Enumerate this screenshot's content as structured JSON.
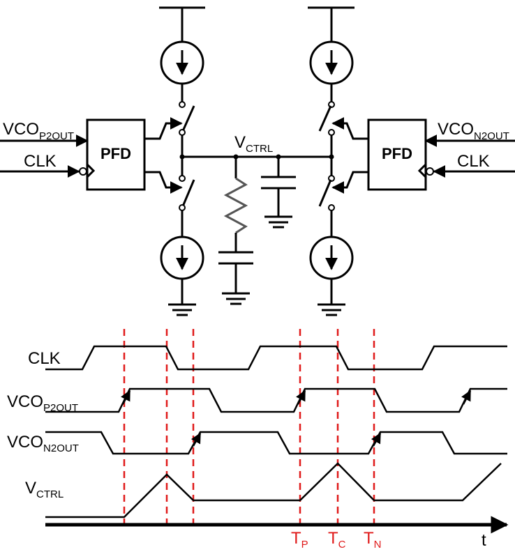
{
  "circuit": {
    "pfd_left_label": "PFD",
    "pfd_right_label": "PFD",
    "vctrl_main": "V",
    "vctrl_sub": "CTRL",
    "input_left_top_main": "VCO",
    "input_left_top_sub": "P2OUT",
    "input_left_clk": "CLK",
    "input_right_top_main": "VCO",
    "input_right_top_sub": "N2OUT",
    "input_right_clk": "CLK"
  },
  "timing": {
    "clk_label": "CLK",
    "vcop_main": "VCO",
    "vcop_sub": "P2OUT",
    "vcon_main": "VCO",
    "vcon_sub": "N2OUT",
    "vctrl_main": "V",
    "vctrl_sub": "CTRL",
    "tp_main": "T",
    "tp_sub": "P",
    "tc_main": "T",
    "tc_sub": "C",
    "tn_main": "T",
    "tn_sub": "N",
    "time_axis": "t"
  },
  "colors": {
    "markers": "#e01a1a",
    "lines": "#000000"
  }
}
